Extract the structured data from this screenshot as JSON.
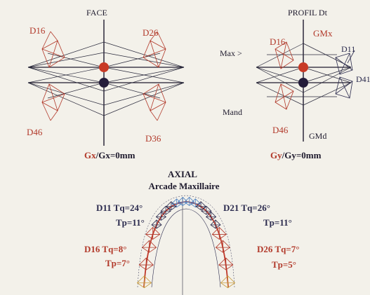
{
  "colors": {
    "red": "#b23a2b",
    "dark": "#1f1b2e",
    "navy": "#2b2b4e",
    "blue": "#4a7fc0",
    "gold": "#c79a3a",
    "background": "#f3f1ea"
  },
  "face": {
    "title": "FACE",
    "label_tl": "D16",
    "label_tr": "D26",
    "label_bl": "D46",
    "label_br": "D36",
    "caption_a": "Gx",
    "caption_b": "/Gx=0mm"
  },
  "profil": {
    "title": "PROFIL Dt",
    "label_d16": "D16",
    "label_gmx": "GMx",
    "label_d11": "D11",
    "label_max": "Max >",
    "label_d41": "D41",
    "label_mand": "Mand",
    "label_d46": "D46",
    "label_gmd": "GMd",
    "caption_a": "Gy",
    "caption_b": "/Gy=0mm"
  },
  "axial": {
    "title": "AXIAL",
    "subtitle": "Arcade Maxillaire",
    "d11_tq": "D11 Tq=24°",
    "d11_tp": "Tp=11°",
    "d21_tq": "D21 Tq=26°",
    "d21_tp": "Tp=11°",
    "d16_tq": "D16 Tq=8°",
    "d16_tp": "Tp=7°",
    "d26_tq": "D26 Tq=7°",
    "d26_tp": "Tp=5°"
  },
  "icons": [
    "red-center-dot-icon",
    "dark-center-dot-icon"
  ]
}
